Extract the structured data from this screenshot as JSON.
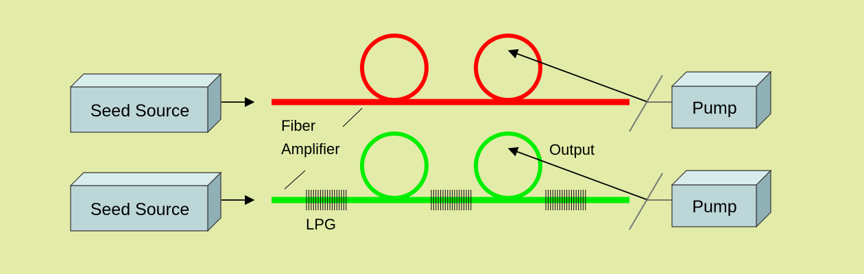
{
  "colors": {
    "background": "#e3eba9",
    "box_front": "#bdd7d9",
    "box_top": "#d9ecec",
    "box_side": "#8fb0b4",
    "box_stroke": "#333333",
    "top_fiber": "#ff0000",
    "bottom_fiber": "#00ee00",
    "arrow": "#000000",
    "splitter": "#777777"
  },
  "top_system": {
    "seed_source_label": "Seed Source",
    "pump_label": "Pump"
  },
  "bottom_system": {
    "seed_source_label": "Seed Source",
    "pump_label": "Pump"
  },
  "annotations": {
    "fiber_amplifier_line1": "Fiber",
    "fiber_amplifier_line2": "Amplifier",
    "output": "Output",
    "lpg": "LPG"
  }
}
